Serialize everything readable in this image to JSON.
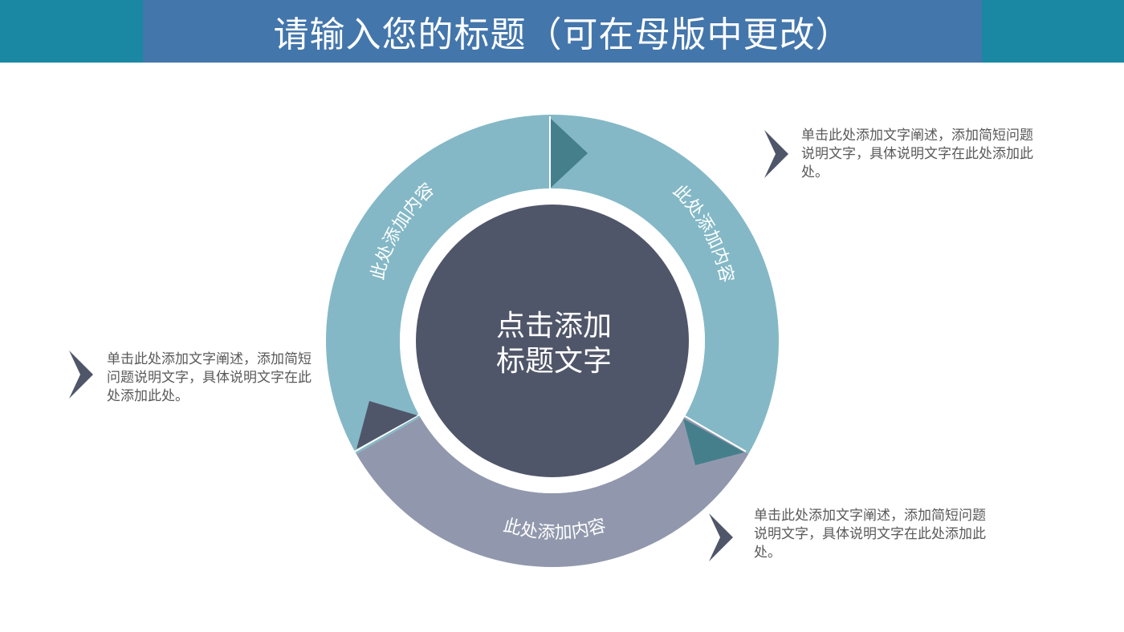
{
  "header": {
    "title": "请输入您的标题（可在母版中更改）"
  },
  "diagram": {
    "center_text_line1": "点击添加",
    "center_text_line2": "标题文字",
    "segments": [
      {
        "label": "此处添加内容",
        "color": "#84b8c6"
      },
      {
        "label": "此处添加内容",
        "color": "#84b8c6"
      },
      {
        "label": "此处添加内容",
        "color": "#9198ad"
      }
    ],
    "colors": {
      "center": "#505669",
      "arrow_teal": "#457f8c",
      "arrow_dark": "#505669",
      "marker": "#505669"
    }
  },
  "descriptions": {
    "top_right": "单击此处添加文字阐述，添加简短问题说明文字，具体说明文字在此处添加此处。",
    "bottom_right": "单击此处添加文字阐述，添加简短问题说明文字，具体说明文字在此处添加此处。",
    "left": "单击此处添加文字阐述，添加简短问题说明文字，具体说明文字在此处添加此处。"
  }
}
